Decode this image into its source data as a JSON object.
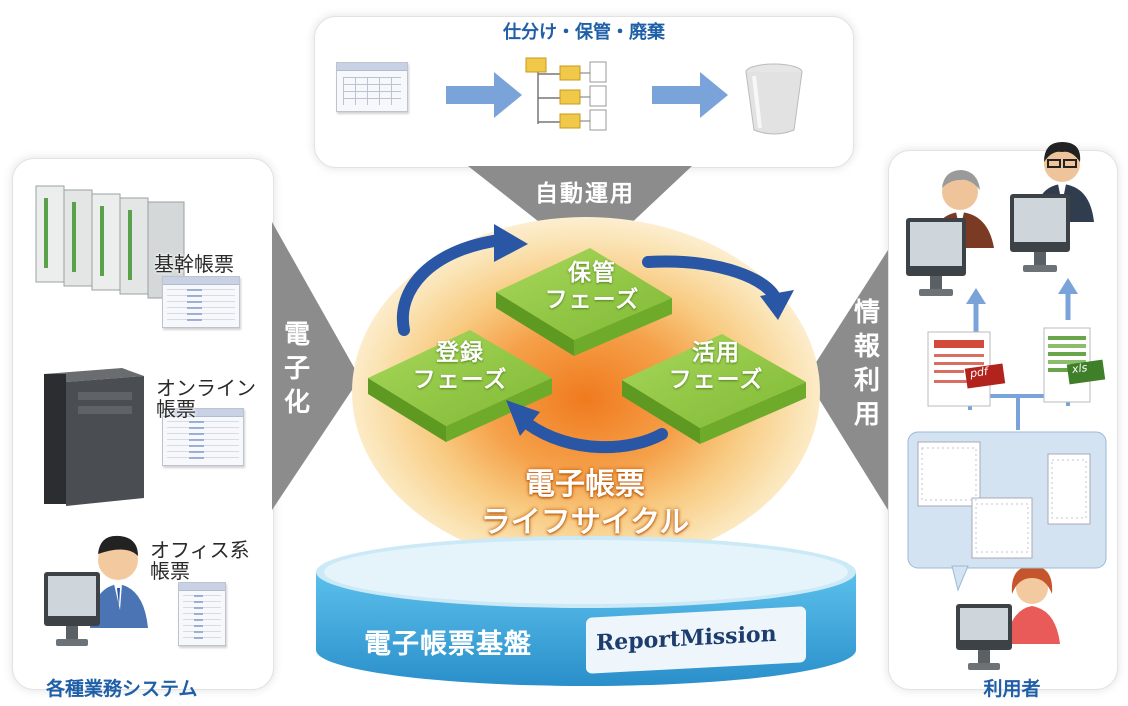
{
  "top_panel": {
    "title": "仕分け・保管・廃棄",
    "connector_label": "自動運用",
    "icons": [
      "spreadsheet-icon",
      "arrow-right-icon",
      "folder-tree-icon",
      "arrow-right-icon",
      "trash-bin-icon"
    ]
  },
  "left_panel": {
    "caption": "各種業務システム",
    "connector_label": "電子化",
    "items": [
      {
        "label": "基幹帳票",
        "icon": "mainframe-servers-icon"
      },
      {
        "label": "オンライン\n帳票",
        "icon": "tower-server-icon"
      },
      {
        "label": "オフィス系\n帳票",
        "icon": "office-worker-icon"
      }
    ]
  },
  "right_panel": {
    "caption": "利用者",
    "connector_label": "情報利用",
    "file_badges": [
      "pdf",
      "xls"
    ]
  },
  "cycle": {
    "title_line1": "電子帳票",
    "title_line2": "ライフサイクル",
    "phases": [
      {
        "line1": "保管",
        "line2": "フェーズ"
      },
      {
        "line1": "登録",
        "line2": "フェーズ"
      },
      {
        "line1": "活用",
        "line2": "フェーズ"
      }
    ]
  },
  "platform": {
    "label": "電子帳票基盤",
    "product": "ReportMission"
  },
  "colors": {
    "tile_green": "#8cc63f",
    "arrow_blue": "#2a56a6",
    "platform_blue": "#3aa0d6",
    "connector_gray": "#8c8c8c",
    "glow_orange": "#f08a2a"
  }
}
